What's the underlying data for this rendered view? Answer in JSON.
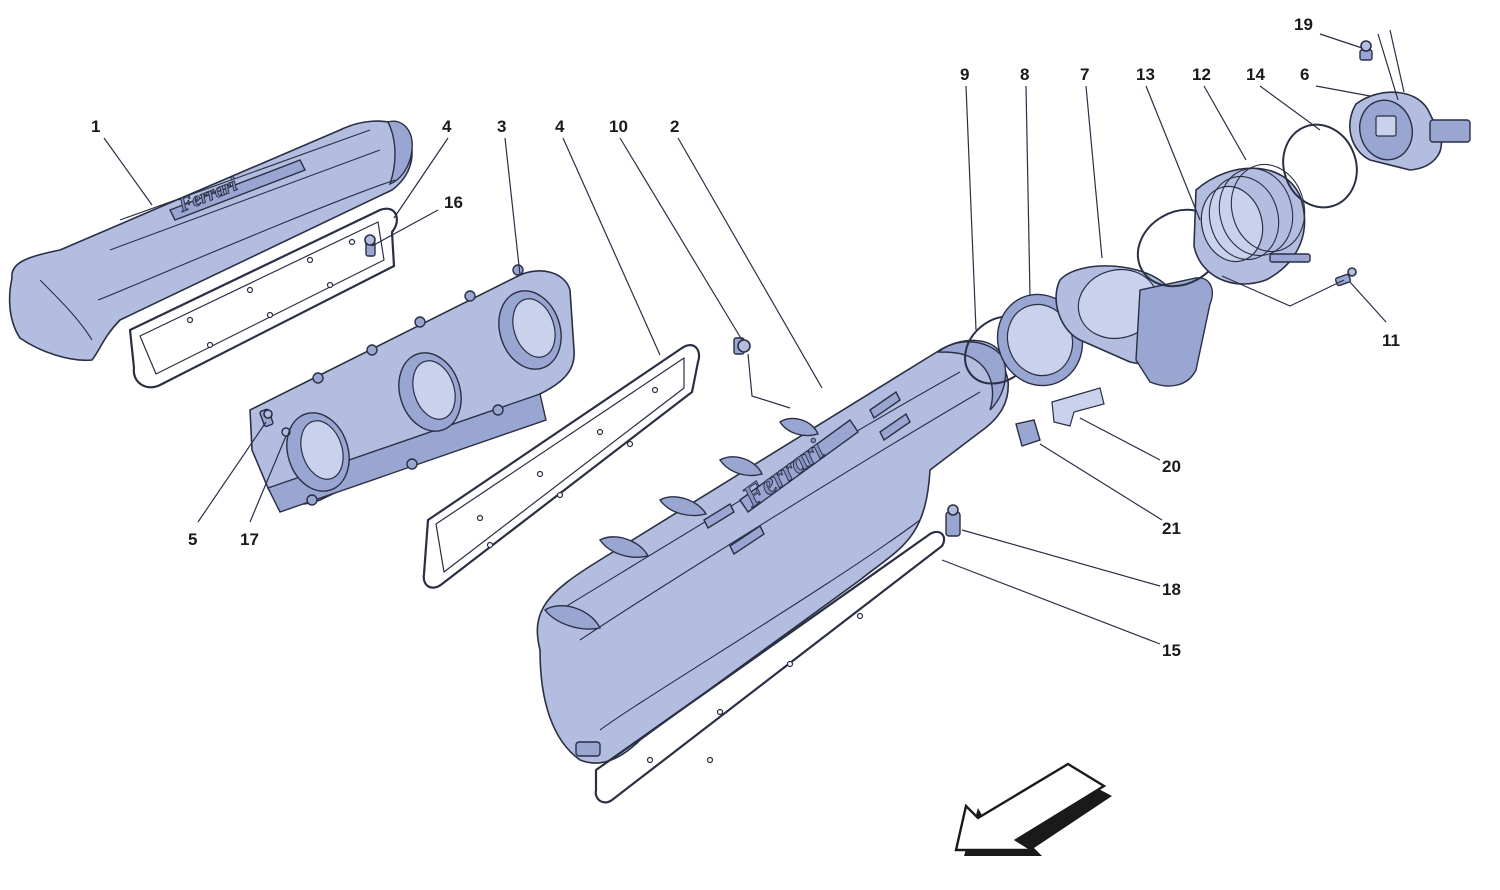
{
  "diagram": {
    "callouts": [
      {
        "id": "c1",
        "label": "1"
      },
      {
        "id": "c2",
        "label": "2"
      },
      {
        "id": "c3",
        "label": "3"
      },
      {
        "id": "c4a",
        "label": "4"
      },
      {
        "id": "c4b",
        "label": "4"
      },
      {
        "id": "c5",
        "label": "5"
      },
      {
        "id": "c6",
        "label": "6"
      },
      {
        "id": "c7",
        "label": "7"
      },
      {
        "id": "c8",
        "label": "8"
      },
      {
        "id": "c9",
        "label": "9"
      },
      {
        "id": "c10",
        "label": "10"
      },
      {
        "id": "c11",
        "label": "11"
      },
      {
        "id": "c12",
        "label": "12"
      },
      {
        "id": "c13",
        "label": "13"
      },
      {
        "id": "c14",
        "label": "14"
      },
      {
        "id": "c15",
        "label": "15"
      },
      {
        "id": "c16",
        "label": "16"
      },
      {
        "id": "c17",
        "label": "17"
      },
      {
        "id": "c18",
        "label": "18"
      },
      {
        "id": "c19",
        "label": "19"
      },
      {
        "id": "c20",
        "label": "20"
      },
      {
        "id": "c21",
        "label": "21"
      }
    ],
    "logo_text": "Ferrari",
    "colors": {
      "part_fill": "#b3bde0",
      "outline": "#2a2f44",
      "background": "#ffffff"
    }
  }
}
